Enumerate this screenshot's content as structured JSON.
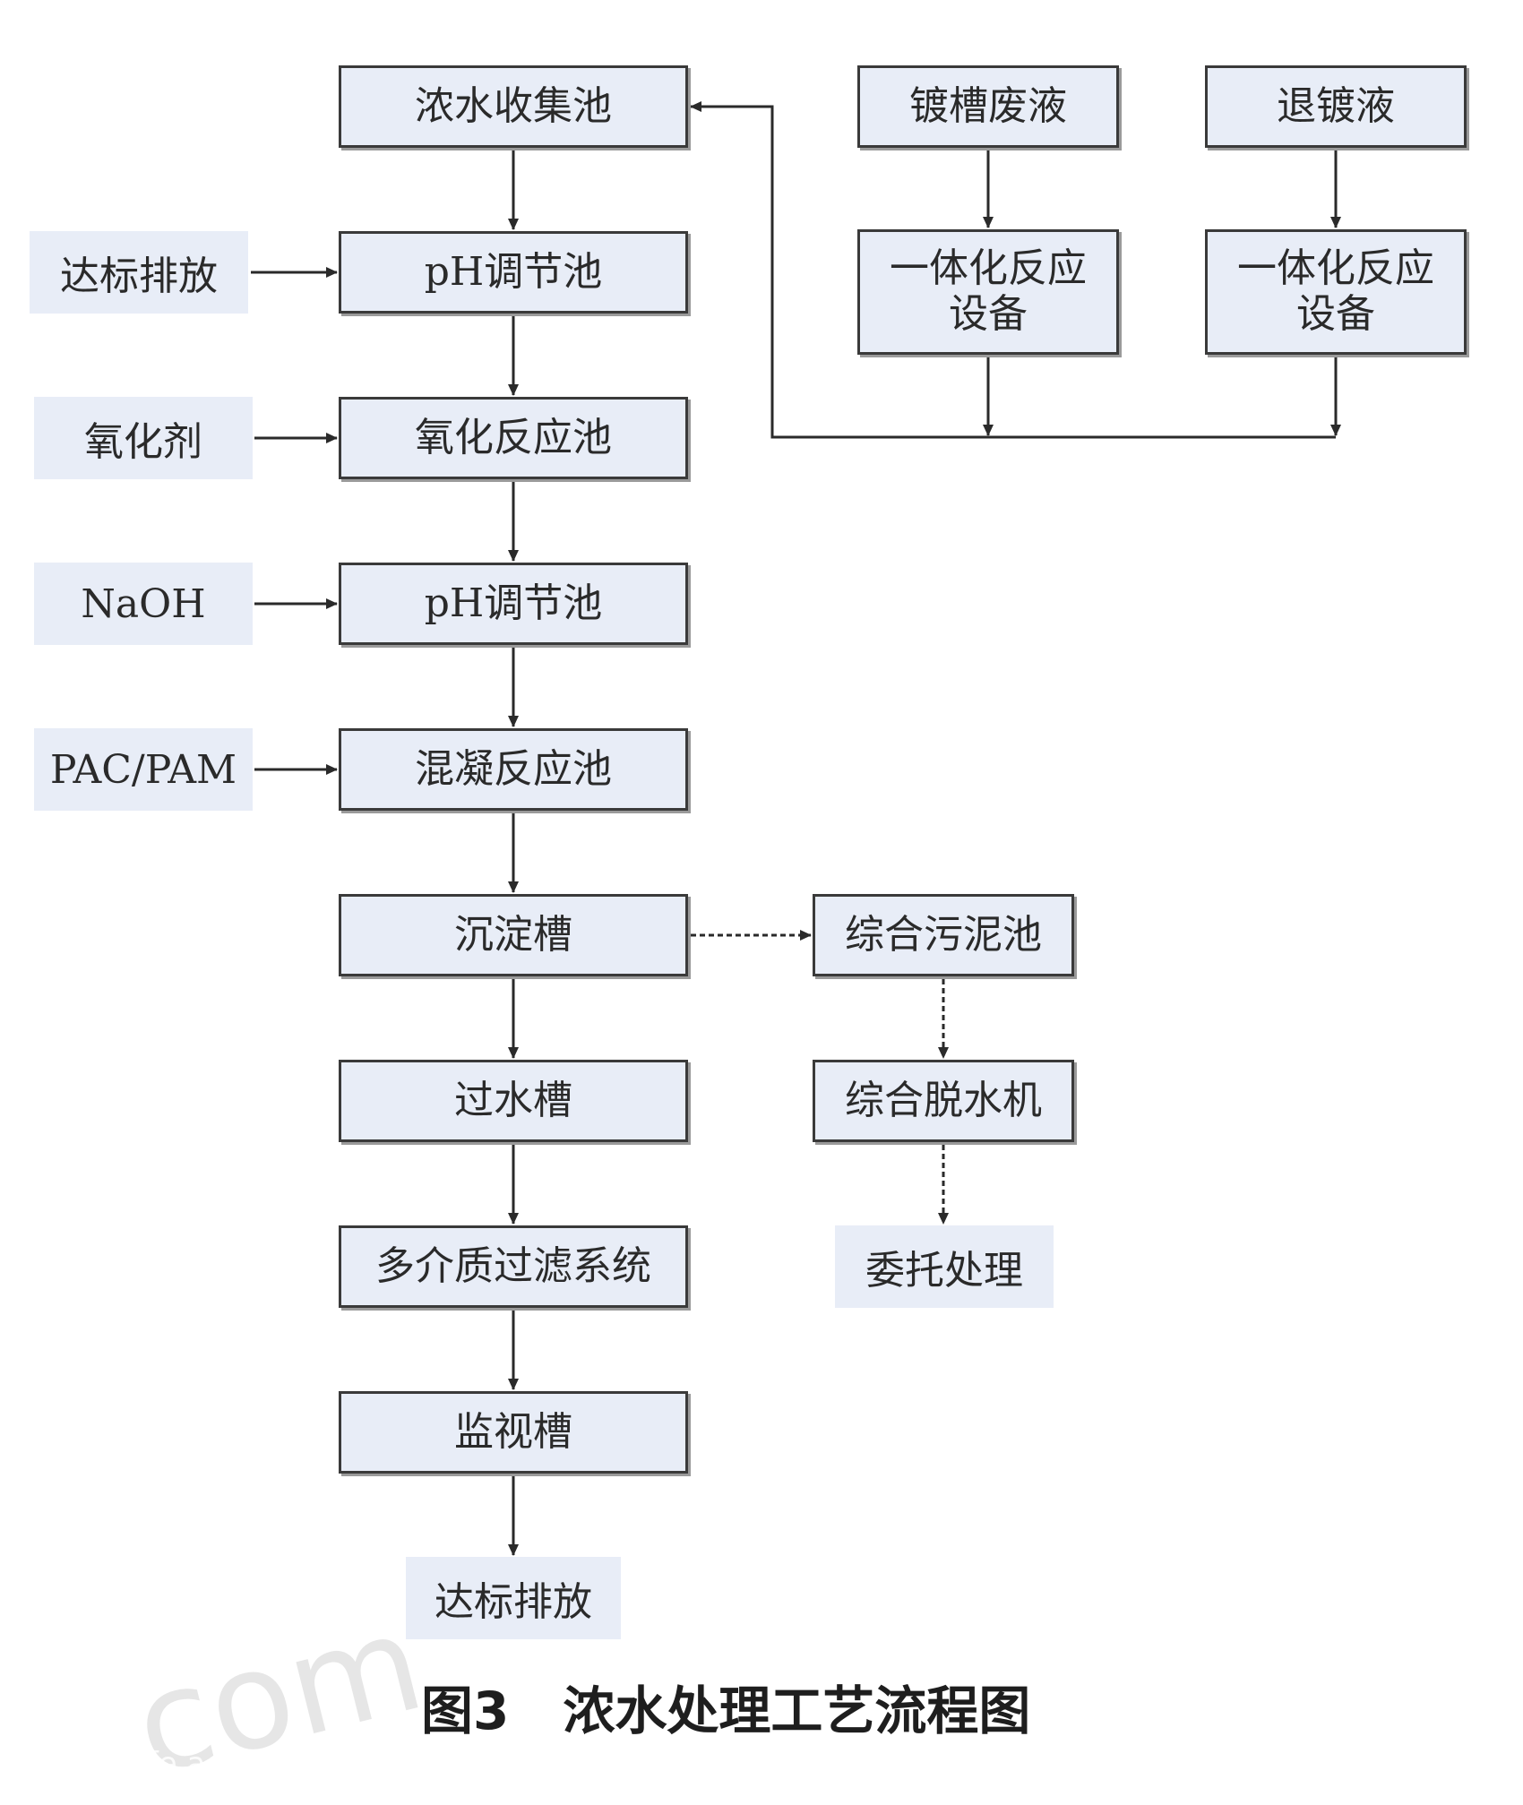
{
  "main_flow": [
    "浓水收集池",
    "pH调节池",
    "氧化反应池",
    "pH调节池",
    "混凝反应池",
    "沉淀槽",
    "过水槽",
    "多介质过滤系统",
    "监视槽"
  ],
  "final_output": "达标排放",
  "side_inputs": [
    "达标排放",
    "氧化剂",
    "NaOH",
    "PAC/PAM"
  ],
  "upper_right": {
    "source1": "镀槽废液",
    "device1": "一体化反应\n设备",
    "source2": "退镀液",
    "device2": "一体化反应\n设备"
  },
  "sludge_branch": {
    "pool": "综合污泥池",
    "dewater": "综合脱水机",
    "disposal": "委托处理"
  },
  "caption": {
    "figure": "图3",
    "title": "浓水处理工艺流程图"
  },
  "watermark": {
    "text": "com",
    "bottom_text": "用 fe ac  Q Q:3  03"
  },
  "colors": {
    "box_fill": "#e8edf7",
    "border": "#3a3a3a",
    "line": "#2a2a2a"
  }
}
